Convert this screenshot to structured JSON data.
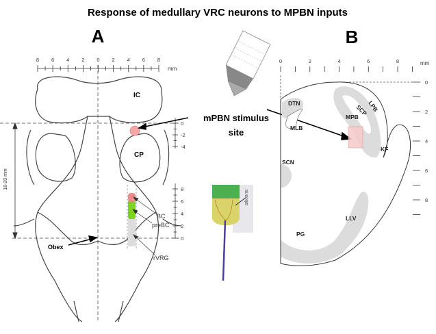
{
  "title": "Response of medullary VRC neurons to MPBN inputs",
  "panel_a": {
    "label": "A",
    "top_ruler": {
      "ticks": [
        "8",
        "6",
        "4",
        "2",
        "0",
        "2",
        "4",
        "6",
        "8"
      ],
      "unit": "mm"
    },
    "pons_ruler": {
      "ticks": [
        "0",
        "-2",
        "-4"
      ]
    },
    "medulla_ruler": {
      "ticks": [
        "8",
        "6",
        "4",
        "2",
        "0"
      ]
    },
    "length_label": "18-20 mm",
    "regions": [
      "IC",
      "CP"
    ],
    "column_labels": [
      "BC",
      "preBC",
      "rVRG"
    ],
    "obex_label": "Obex",
    "colors": {
      "mpbn_site": "#f4a7a7",
      "bc": "#f08a8a",
      "prebc": "#7ed321",
      "rvrg": "#dcdcdc"
    }
  },
  "stimulus_label": [
    "mPBN stimulus",
    "site"
  ],
  "electrode_photo": {
    "label": "silicone"
  },
  "panel_b": {
    "label": "B",
    "top_ruler": {
      "ticks": [
        "0",
        "2",
        "4",
        "6",
        "8"
      ],
      "unit": "mm"
    },
    "right_ruler": {
      "ticks": [
        "0",
        "2",
        "4",
        "6",
        "8"
      ]
    },
    "regions": [
      "DTN",
      "MLB",
      "SCP",
      "LPB",
      "MPB",
      "KF",
      "SCN",
      "LLV",
      "PG"
    ],
    "colors": {
      "nuclei": "#dcdcdc",
      "stim_box": "#f7caca"
    }
  }
}
